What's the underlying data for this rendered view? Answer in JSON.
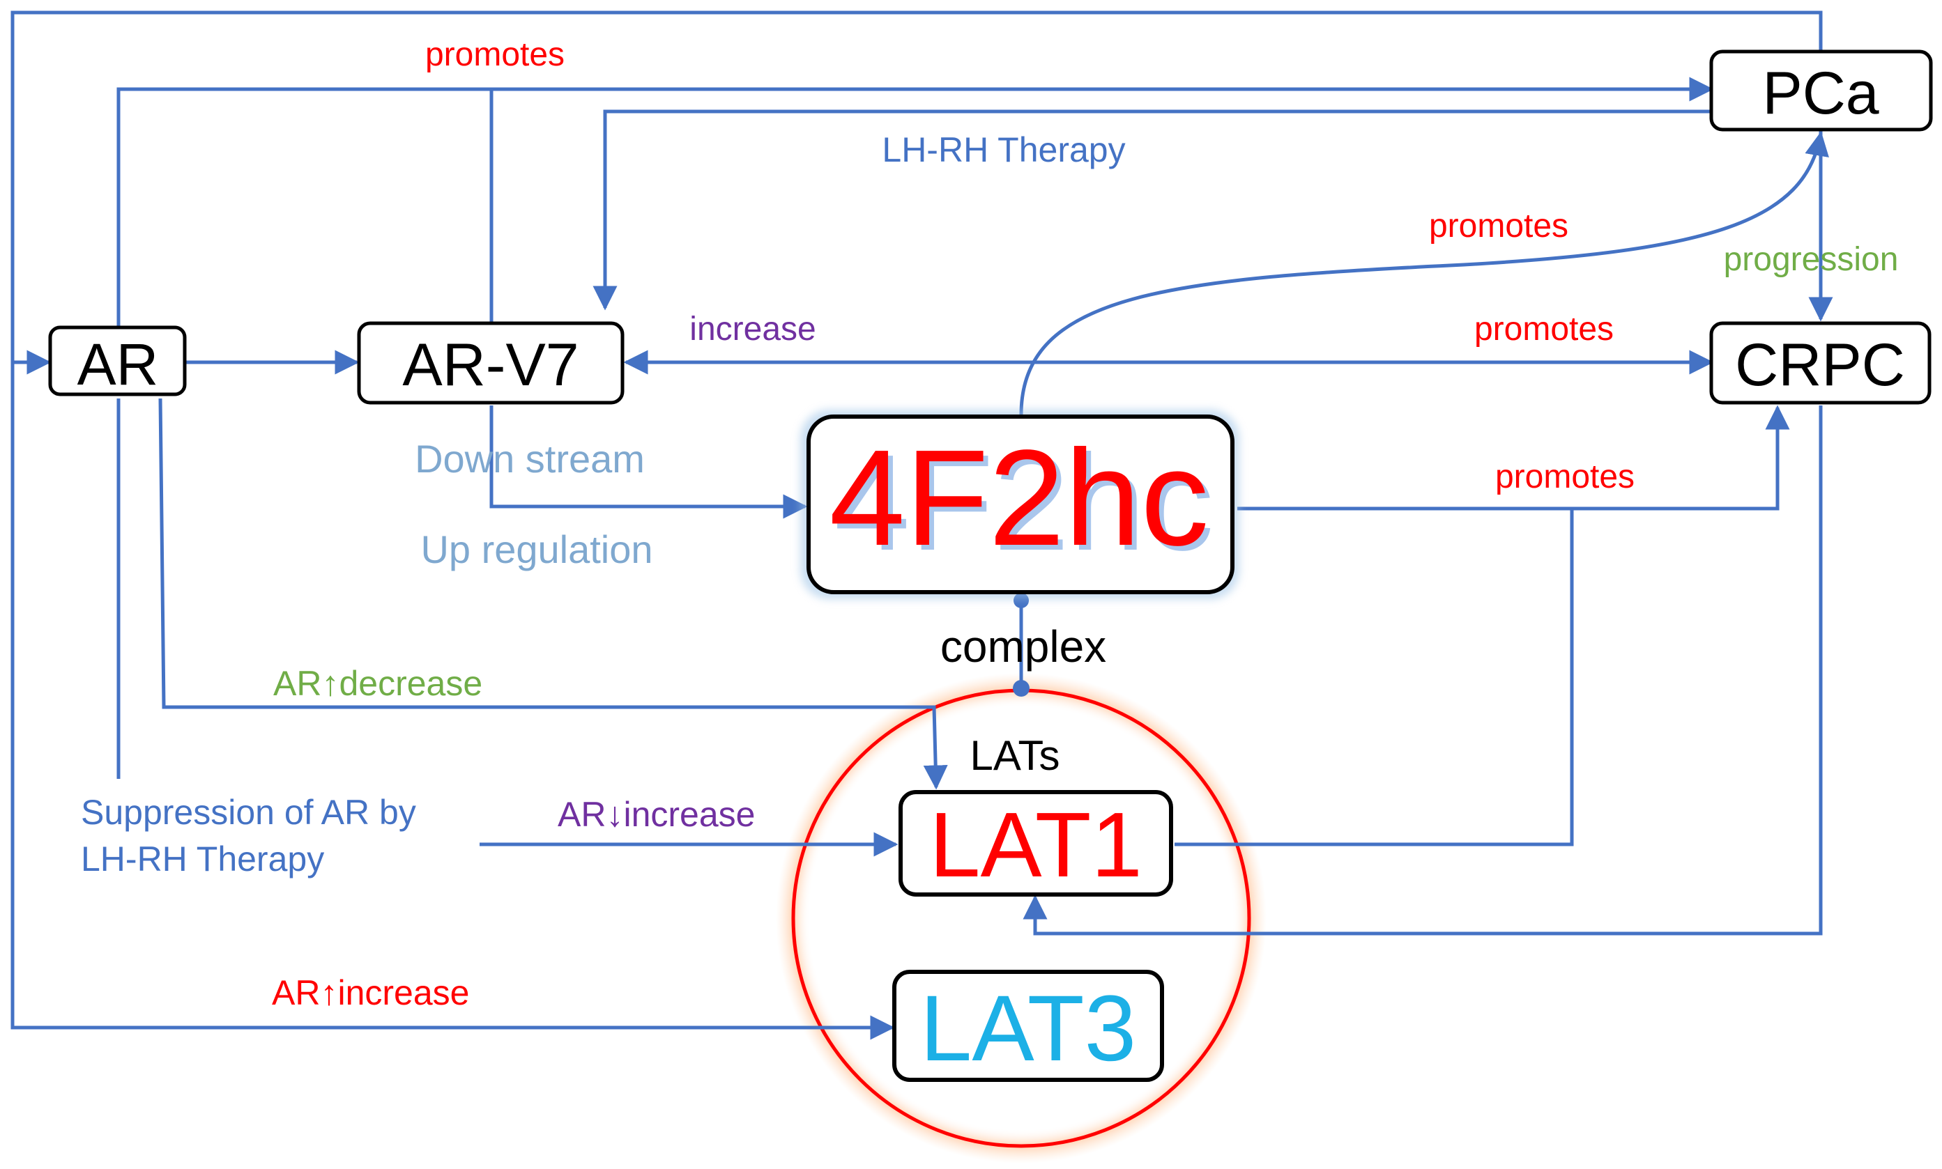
{
  "colors": {
    "edge": "#4472C4",
    "red": "#FF0000",
    "purple": "#7030A0",
    "green": "#70AD47",
    "steel": "#5B9BD5",
    "cyan": "#1CB0E6",
    "black": "#000000"
  },
  "nodes": {
    "ar": "AR",
    "arv7": "AR-V7",
    "pca": "PCa",
    "crpc": "CRPC",
    "f2hc": "4F2hc",
    "lat1": "LAT1",
    "lat3": "LAT3",
    "lats": "LATs"
  },
  "edge_labels": {
    "promotes_top": "promotes",
    "lhrh_therapy": "LH-RH Therapy",
    "promotes_curve": "promotes",
    "progression": "progression",
    "increase": "increase",
    "promotes_crpc": "promotes",
    "down_stream": "Down stream",
    "up_regulation": "Up regulation",
    "promotes_4f2hc": "promotes",
    "complex": "complex",
    "ar_up_decrease_prefix": "AR",
    "ar_up_decrease_arrow": "↑",
    "ar_up_decrease_word": "decrease",
    "suppression_line1": "Suppression of AR by",
    "suppression_line2": "LH-RH Therapy",
    "ar_down_increase_prefix": "AR",
    "ar_down_increase_arrow": "↓",
    "ar_down_increase_word": "increase",
    "ar_up_increase_prefix": "AR",
    "ar_up_increase_arrow": "↑",
    "ar_up_increase_word": "increase"
  }
}
